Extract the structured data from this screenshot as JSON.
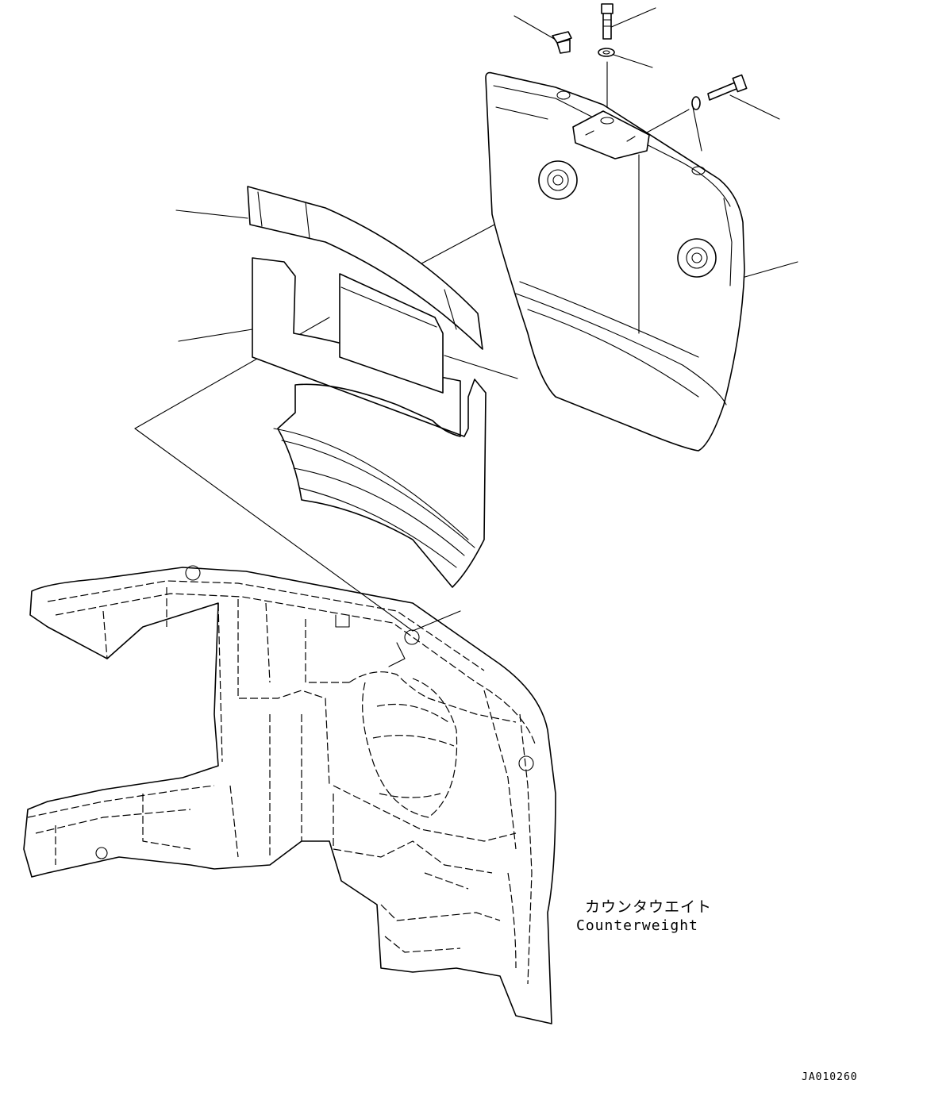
{
  "drawing": {
    "label_japanese": "カウンタウエイト",
    "label_english": "Counterweight",
    "drawing_number": "JA010260"
  }
}
